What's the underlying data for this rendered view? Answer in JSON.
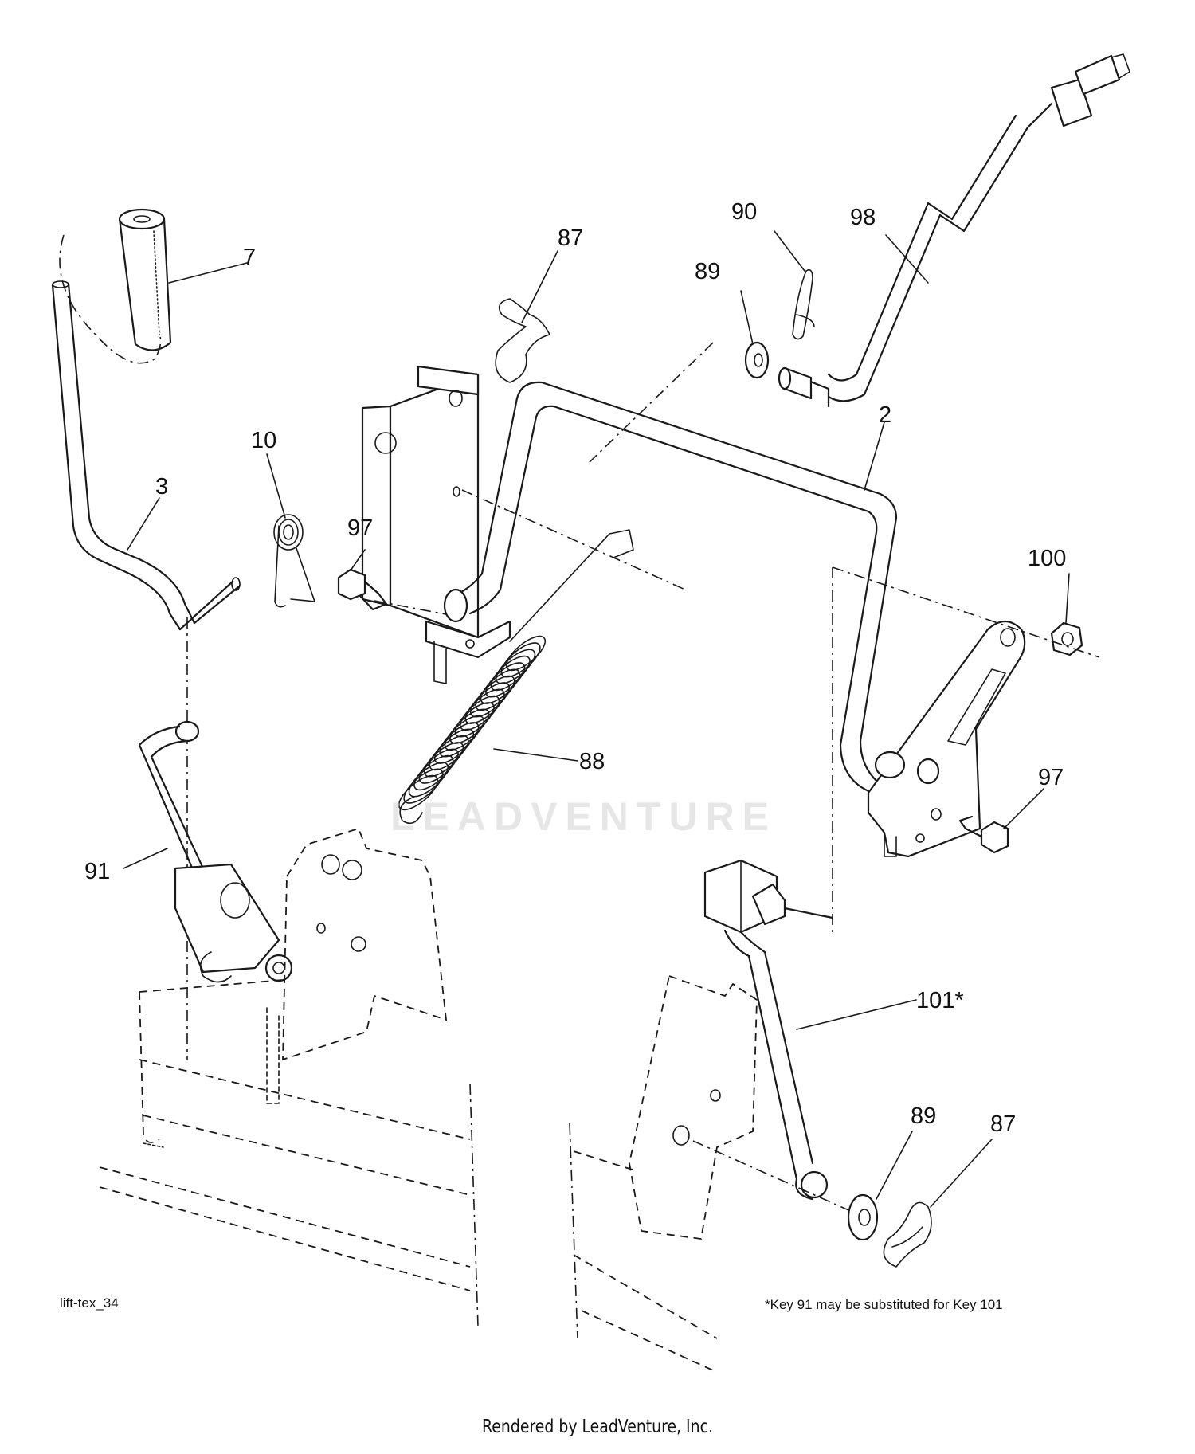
{
  "diagram": {
    "reference_id": "lift-tex_34",
    "note": "*Key 91 may be substituted for Key 101",
    "footer": "Rendered by LeadVenture, Inc.",
    "watermark": "LEADVENTURE",
    "callouts": [
      {
        "key": "7"
      },
      {
        "key": "3"
      },
      {
        "key": "10"
      },
      {
        "key": "97"
      },
      {
        "key": "87"
      },
      {
        "key": "89"
      },
      {
        "key": "90"
      },
      {
        "key": "98"
      },
      {
        "key": "2"
      },
      {
        "key": "100"
      },
      {
        "key": "97"
      },
      {
        "key": "88"
      },
      {
        "key": "91"
      },
      {
        "key": "101*"
      },
      {
        "key": "89"
      },
      {
        "key": "87"
      }
    ]
  }
}
